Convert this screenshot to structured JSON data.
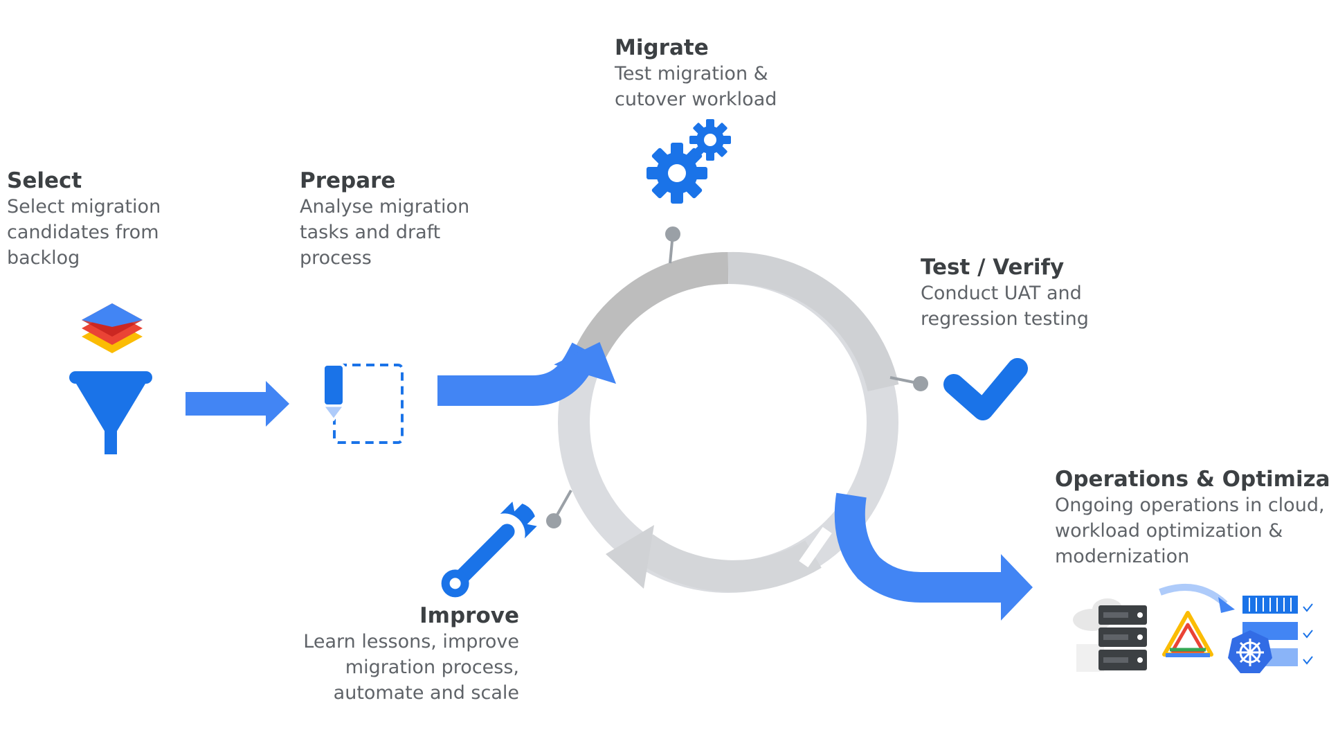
{
  "stages": [
    {
      "id": "select",
      "title": "Select",
      "description": "Select migration\ncandidates from\nbacklog"
    },
    {
      "id": "prepare",
      "title": "Prepare",
      "description": "Analyse migration\ntasks and draft\nprocess"
    },
    {
      "id": "migrate",
      "title": "Migrate",
      "description": "Test migration &\ncutover workload"
    },
    {
      "id": "test",
      "title": "Test / Verify",
      "description": "Conduct UAT and\nregression testing"
    },
    {
      "id": "operations",
      "title": "Operations & Optimization",
      "description": "Ongoing operations in cloud,\nworkload optimization &\nmodernization"
    },
    {
      "id": "improve",
      "title": "Improve",
      "description": "Learn lessons, improve\nmigration process,\nautomate and scale"
    }
  ],
  "icons": {
    "select": "layers-funnel-icon",
    "prepare": "pen-dashed-box-icon",
    "migrate": "gears-icon",
    "test": "checkmark-icon",
    "improve": "wrench-icon",
    "operations": "servers-to-kubernetes-icon"
  },
  "colors": {
    "flow_blue": "#4285f4",
    "icon_blue": "#1a73e8",
    "cycle_gray_light": "#dadce0",
    "cycle_gray_dark": "#bdbdbd",
    "title_text": "#3c4043",
    "body_text": "#5f6368"
  }
}
